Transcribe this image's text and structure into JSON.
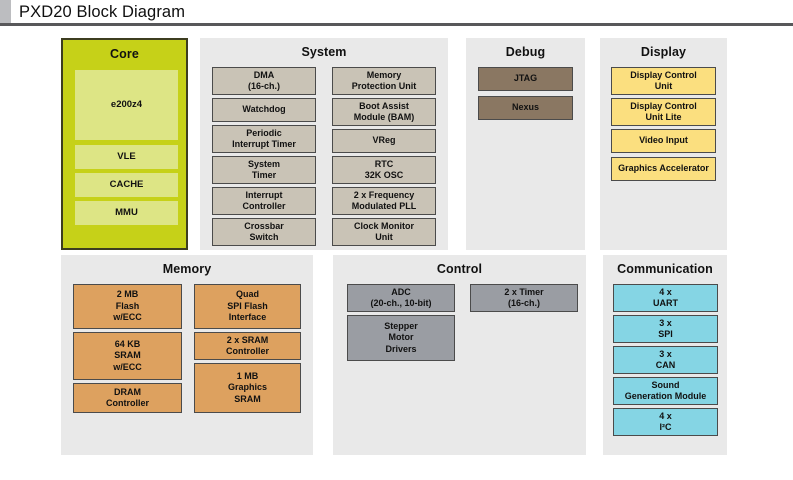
{
  "header": {
    "title": "PXD20 Block Diagram",
    "accent_color": "#bcbdc0",
    "rule_color": "#58585a"
  },
  "diagram": {
    "canvas_background": "#ffffff",
    "panel_background": "#e9e9e9",
    "panels": [
      {
        "id": "core",
        "title": "Core",
        "panel_color": "#c6d118",
        "block_color": "#dde585",
        "blocks": [
          {
            "label": "e200z4"
          },
          {
            "label": "VLE"
          },
          {
            "label": "CACHE"
          },
          {
            "label": "MMU"
          }
        ]
      },
      {
        "id": "system",
        "title": "System",
        "block_color": "#c9c3b6",
        "blocks": [
          {
            "label": "DMA\n(16-ch.)"
          },
          {
            "label": "Watchdog"
          },
          {
            "label": "Periodic\nInterrupt Timer"
          },
          {
            "label": "System\nTimer"
          },
          {
            "label": "Interrupt\nController"
          },
          {
            "label": "Crossbar\nSwitch"
          },
          {
            "label": "Memory\nProtection Unit"
          },
          {
            "label": "Boot Assist\nModule (BAM)"
          },
          {
            "label": "VReg"
          },
          {
            "label": "RTC\n32K OSC"
          },
          {
            "label": "2 x Frequency\nModulated PLL"
          },
          {
            "label": "Clock Monitor\nUnit"
          }
        ]
      },
      {
        "id": "debug",
        "title": "Debug",
        "block_color": "#8a7762",
        "blocks": [
          {
            "label": "JTAG"
          },
          {
            "label": "Nexus"
          }
        ]
      },
      {
        "id": "display",
        "title": "Display",
        "block_color": "#fbdf7f",
        "blocks": [
          {
            "label": "Display Control\nUnit"
          },
          {
            "label": "Display Control\nUnit Lite"
          },
          {
            "label": "Video Input"
          },
          {
            "label": "Graphics Accelerator"
          }
        ]
      },
      {
        "id": "memory",
        "title": "Memory",
        "block_color": "#dda15f",
        "blocks": [
          {
            "label": "2 MB\nFlash\nw/ECC"
          },
          {
            "label": "64 KB\nSRAM\nw/ECC"
          },
          {
            "label": "DRAM\nController"
          },
          {
            "label": "Quad\nSPI Flash\nInterface"
          },
          {
            "label": "2 x SRAM\nController"
          },
          {
            "label": "1 MB\nGraphics\nSRAM"
          }
        ]
      },
      {
        "id": "control",
        "title": "Control",
        "block_color": "#9a9da3",
        "blocks": [
          {
            "label": "ADC\n(20-ch., 10-bit)"
          },
          {
            "label": "Stepper\nMotor\nDrivers"
          },
          {
            "label": "2 x Timer\n(16-ch.)"
          }
        ]
      },
      {
        "id": "communication",
        "title": "Communication",
        "block_color": "#85d5e4",
        "blocks": [
          {
            "label": "4 x\nUART"
          },
          {
            "label": "3 x\nSPI"
          },
          {
            "label": "3 x\nCAN"
          },
          {
            "label": "Sound\nGeneration Module"
          },
          {
            "label": "4 x\nI²C"
          }
        ]
      }
    ]
  }
}
